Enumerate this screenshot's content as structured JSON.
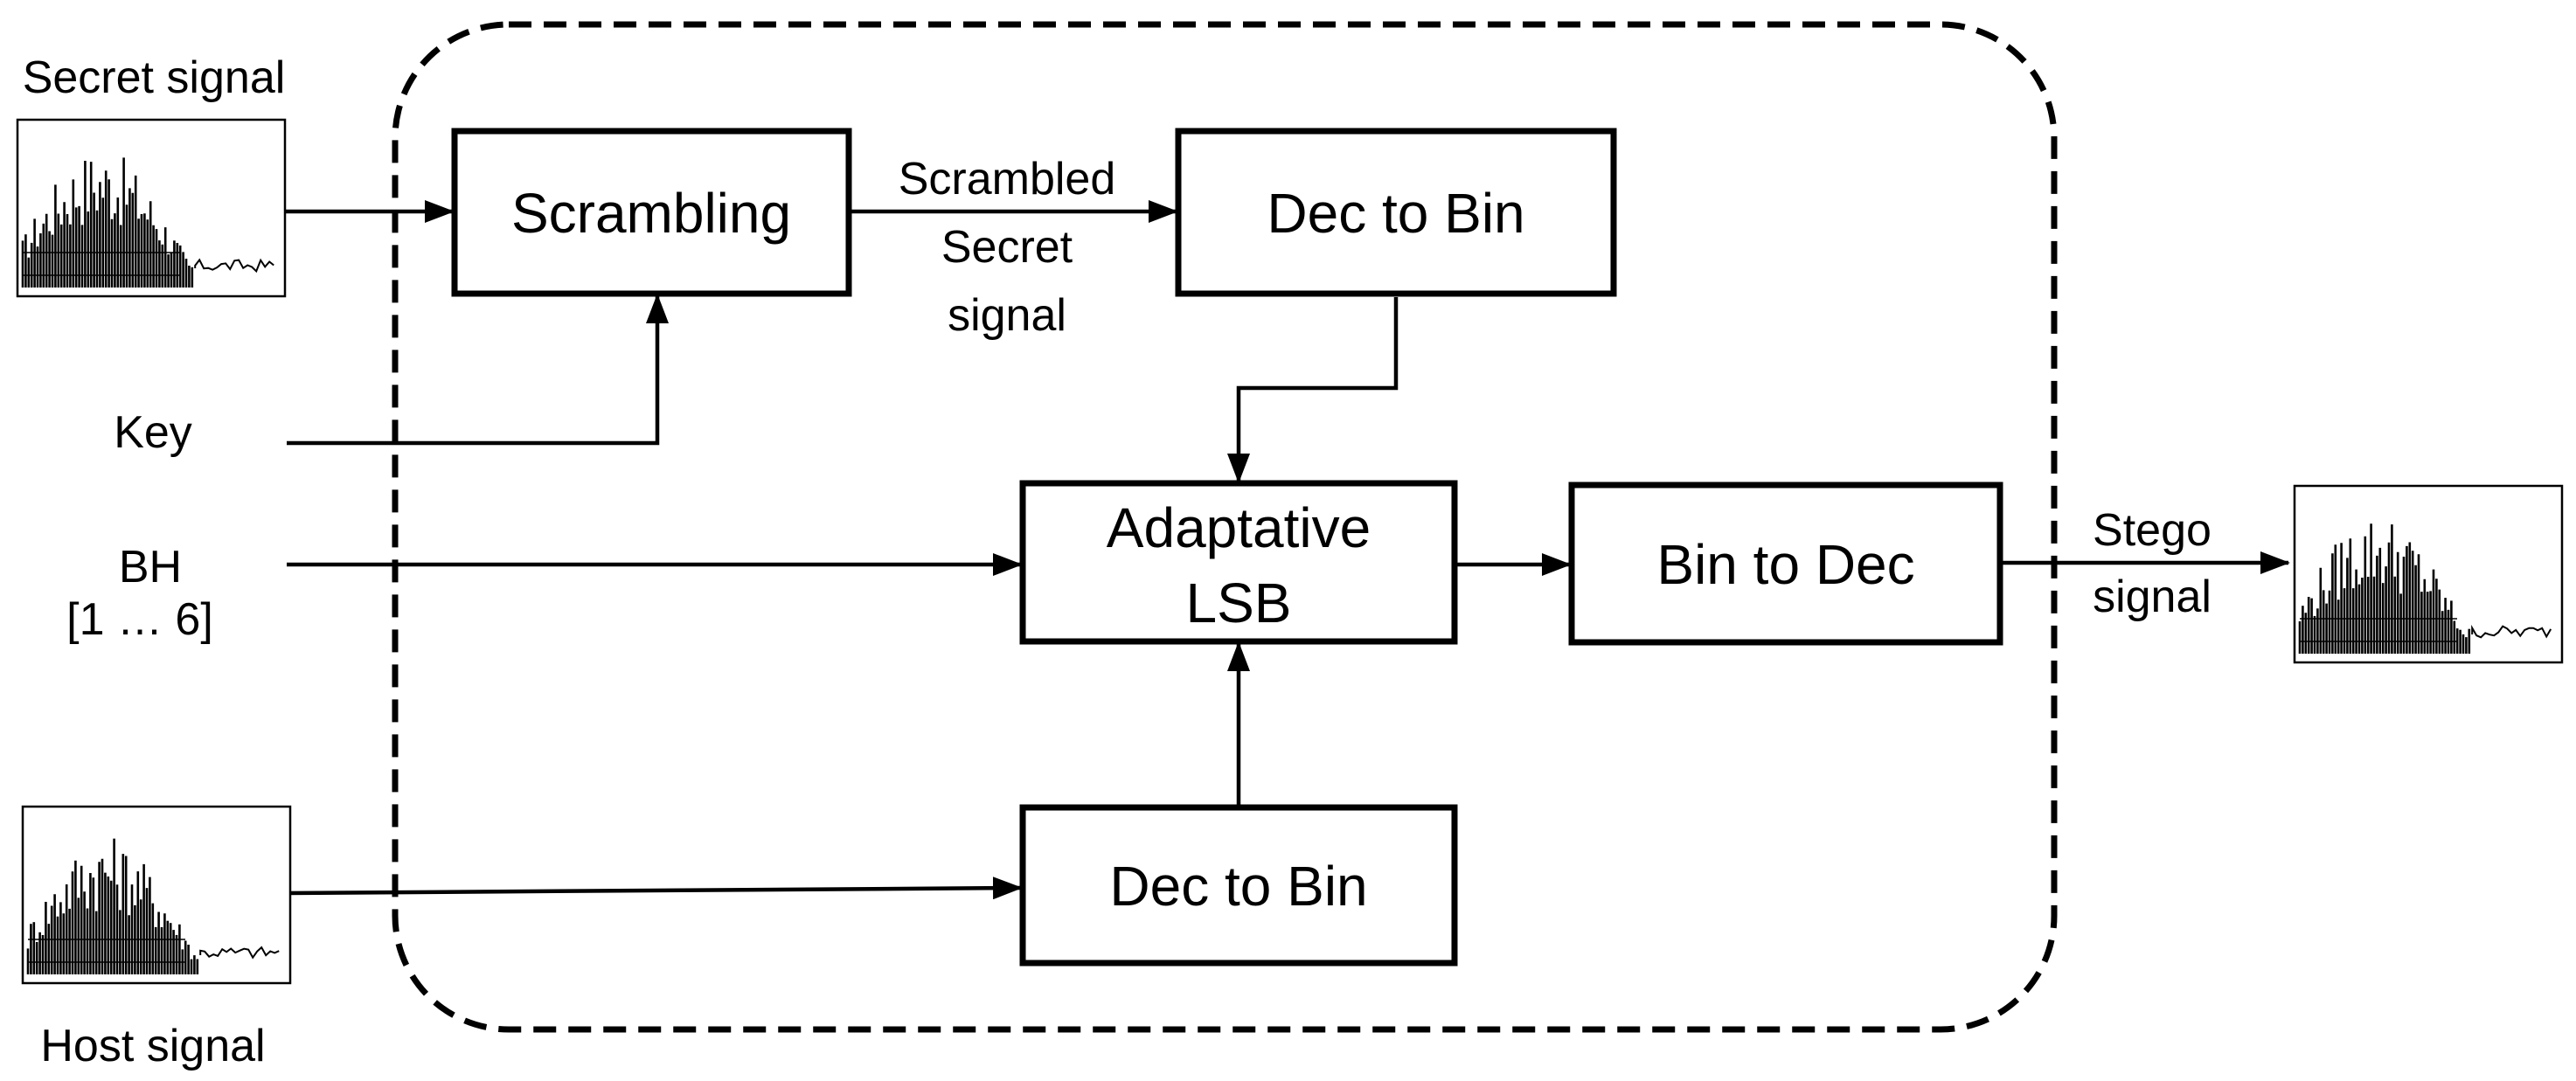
{
  "blocks": {
    "scrambling": "Scrambling",
    "dec_to_bin_top": "Dec to Bin",
    "adaptive_lsb": [
      "Adaptative",
      "LSB"
    ],
    "bin_to_dec": "Bin to Dec",
    "dec_to_bin_bottom": "Dec to Bin"
  },
  "inputs": {
    "secret_signal": "Secret signal",
    "key": "Key",
    "bh": "BH",
    "bh_range": "[1 … 6]",
    "host_signal": "Host signal"
  },
  "edge_labels": {
    "scrambled_secret_signal": [
      "Scrambled",
      "Secret",
      "signal"
    ],
    "stego_signal": [
      "Stego",
      "signal"
    ]
  },
  "signal_thumbnails": [
    "secret-signal",
    "host-signal",
    "stego-signal"
  ]
}
